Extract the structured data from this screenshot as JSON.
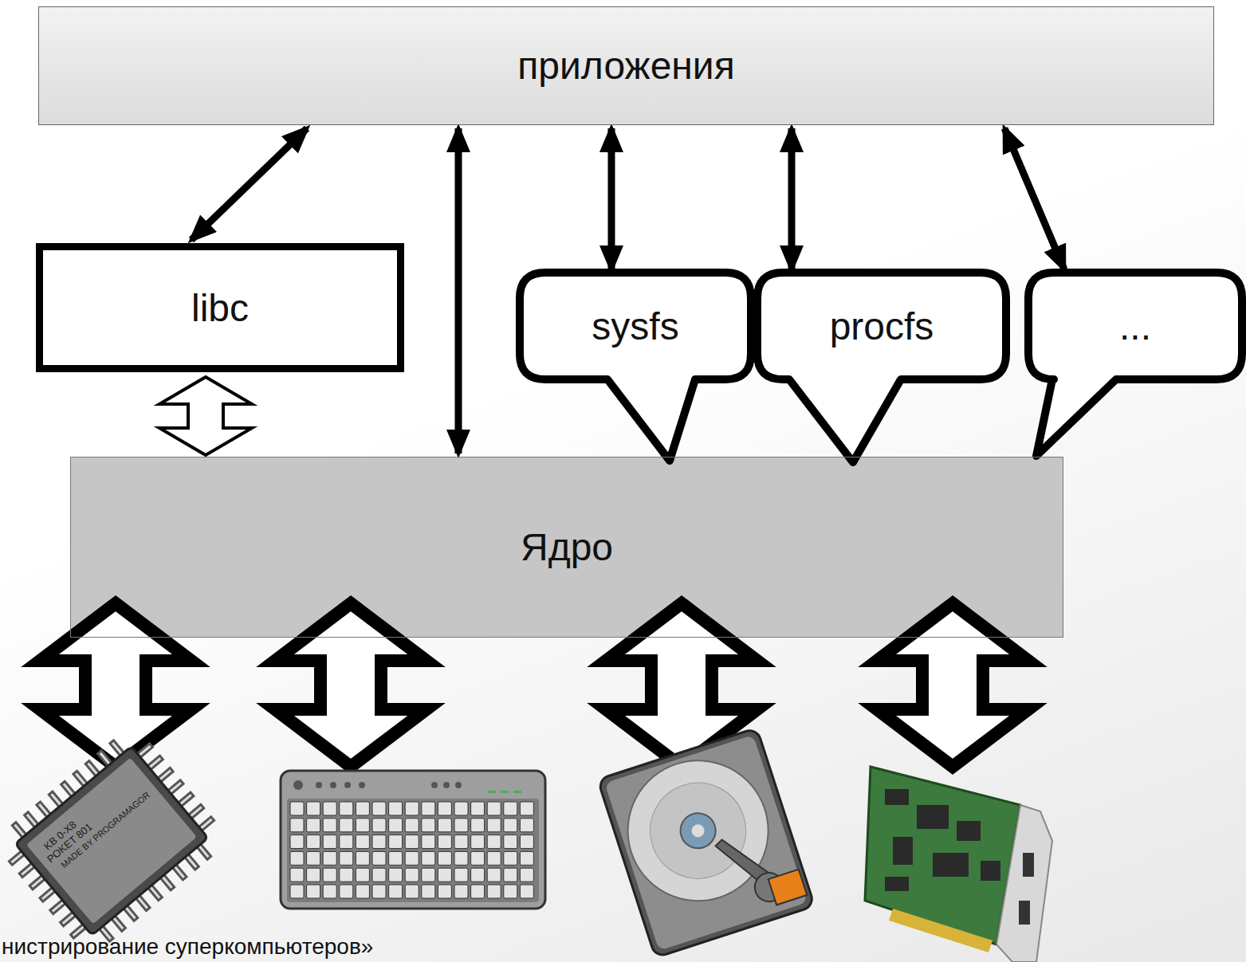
{
  "diagram": {
    "nodes": [
      {
        "text": [
          "приложения"
        ]
      },
      {
        "text": [
          "libc"
        ]
      },
      {
        "text": [
          "sysfs"
        ]
      },
      {
        "text": [
          "procfs"
        ]
      },
      {
        "text": [
          "..."
        ]
      },
      {
        "text": [
          "Ядро"
        ]
      }
    ],
    "edges": [
      {
        "from": 1,
        "to": 0,
        "arrow": "both"
      },
      {
        "from": 1,
        "to": 5,
        "arrow": "both"
      },
      {
        "from": 5,
        "to": 0,
        "arrow": "both"
      },
      {
        "from": 2,
        "to": 0,
        "arrow": "both"
      },
      {
        "from": 3,
        "to": 0,
        "arrow": "both"
      },
      {
        "from": 4,
        "to": 0,
        "arrow": "both"
      }
    ],
    "labels": [
      "KB 0-X8",
      "POKET 801",
      "MADE BY PROGRAMAGOR",
      "нистрирование суперкомпьютеров»"
    ]
  }
}
